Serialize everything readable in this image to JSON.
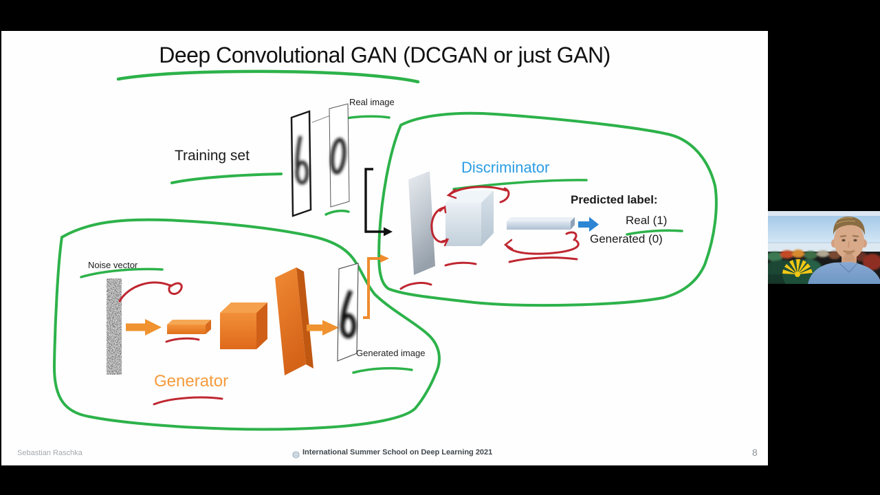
{
  "slide": {
    "title": "Deep Convolutional GAN (DCGAN or just GAN)",
    "training_set_label": "Training set",
    "real_image_label": "Real image",
    "noise_vector_label": "Noise vector",
    "generator_label": "Generator",
    "generated_image_label": "Generated image",
    "discriminator_label": "Discriminator",
    "predicted_label_heading": "Predicted label:",
    "predicted_real": "Real (1)",
    "predicted_generated": "Generated (0)",
    "digits": {
      "training_front": "6",
      "training_back": "0",
      "generated": "6"
    },
    "footer": {
      "author": "Sebastian Raschka",
      "event": "International Summer School on Deep Learning 2021",
      "page_number": "8"
    }
  },
  "icons": {
    "footer_logo": "globe-icon"
  },
  "colors": {
    "annotation_green": "#2db24a",
    "annotation_red": "#bf2630",
    "generator_orange": "#ef8b2d",
    "discriminator_label_blue": "#2b9de4",
    "arrow_blue": "#2d85d3",
    "slide_background": "#fefefe",
    "letterbox_black": "#000000"
  }
}
